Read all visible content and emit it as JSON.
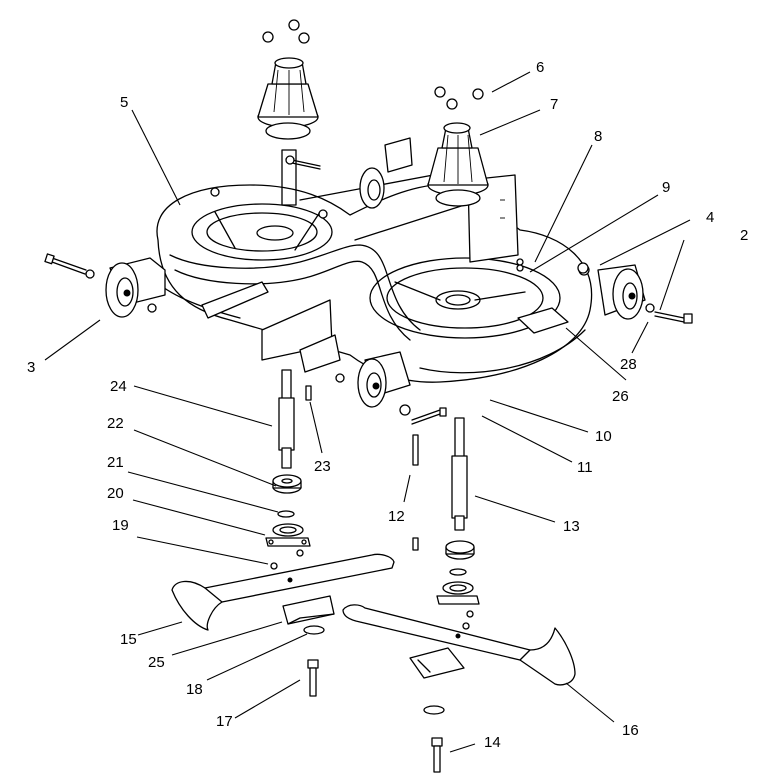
{
  "callouts": [
    "2",
    "3",
    "4",
    "5",
    "6",
    "7",
    "8",
    "9",
    "10",
    "11",
    "12",
    "13",
    "14",
    "15",
    "16",
    "17",
    "18",
    "19",
    "20",
    "21",
    "22",
    "23",
    "24",
    "25",
    "26",
    "28"
  ]
}
